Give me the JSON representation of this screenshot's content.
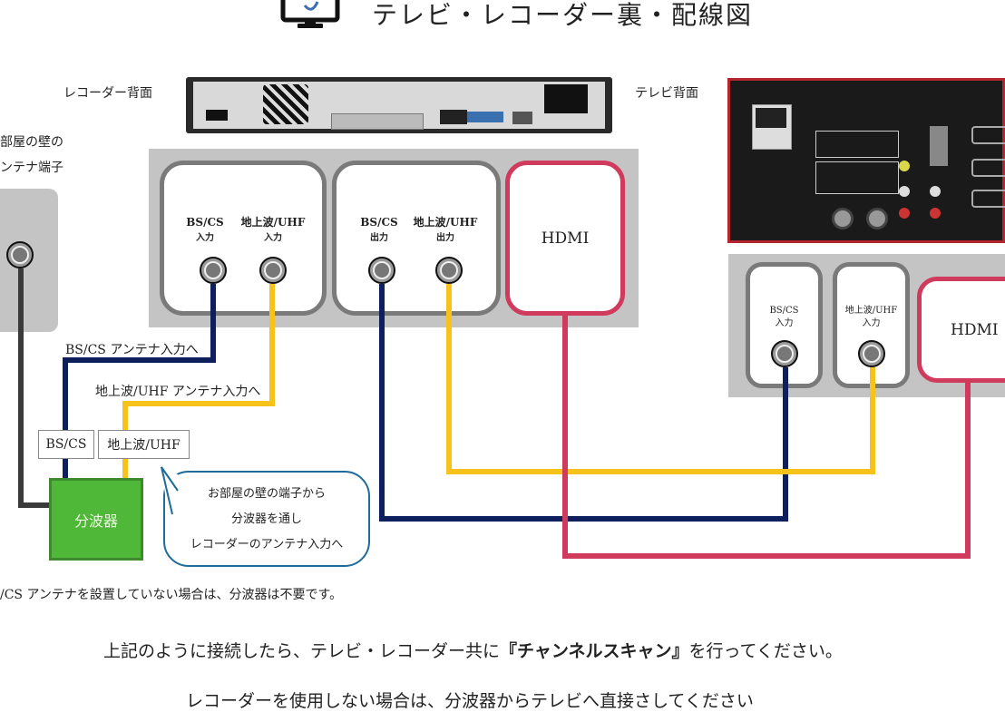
{
  "title": "テレビ・レコーダー裏・配線図",
  "icons": {
    "title_icon": "tv-monitor-icon"
  },
  "labels": {
    "recorder_back": "レコーダー背面",
    "tv_back": "テレビ背面",
    "wall_terminal_line1": "部屋の壁の",
    "wall_terminal_line2": "ンテナ端子"
  },
  "recorder_panel": {
    "group1": {
      "port1_name": "BS/CS",
      "port1_sub": "入力",
      "port2_name": "地上波/UHF",
      "port2_sub": "入力"
    },
    "group2": {
      "port1_name": "BS/CS",
      "port1_sub": "出力",
      "port2_name": "地上波/UHF",
      "port2_sub": "出力"
    },
    "hdmi": "HDMI"
  },
  "tv_panel": {
    "port1_name": "BS/CS",
    "port1_sub": "入力",
    "port2_name": "地上波/UHF",
    "port2_sub": "入力",
    "hdmi": "HDMI"
  },
  "wire_labels": {
    "bs_to_recorder": "BS/CS アンテナ入力へ",
    "uhf_to_recorder": "地上波/UHF アンテナ入力へ"
  },
  "splitter": {
    "label": "分波器",
    "out_bs": "BS/CS",
    "out_uhf": "地上波/UHF"
  },
  "bubble": {
    "line1": "お部屋の壁の端子から",
    "line2": "分波器を通し",
    "line3": "レコーダーのアンテナ入力へ"
  },
  "note": "/CS アンテナを設置していない場合は、分波器は不要です。",
  "instructions": {
    "line1_pre": "上記のように接続したら、テレビ・レコーダー共に",
    "line1_bold": "『チャンネルスキャン』",
    "line1_post": "を行ってください。",
    "line2": "レコーダーを使用しない場合は、分波器からテレビへ直接さしてください"
  },
  "colors": {
    "bs_wire": "#0d1f5c",
    "uhf_wire": "#f7c21a",
    "hdmi_wire": "#d03a5c",
    "wall_wire": "#3a3a3a",
    "splitter": "#4fb838",
    "panel_gray": "#c4c4c4"
  }
}
